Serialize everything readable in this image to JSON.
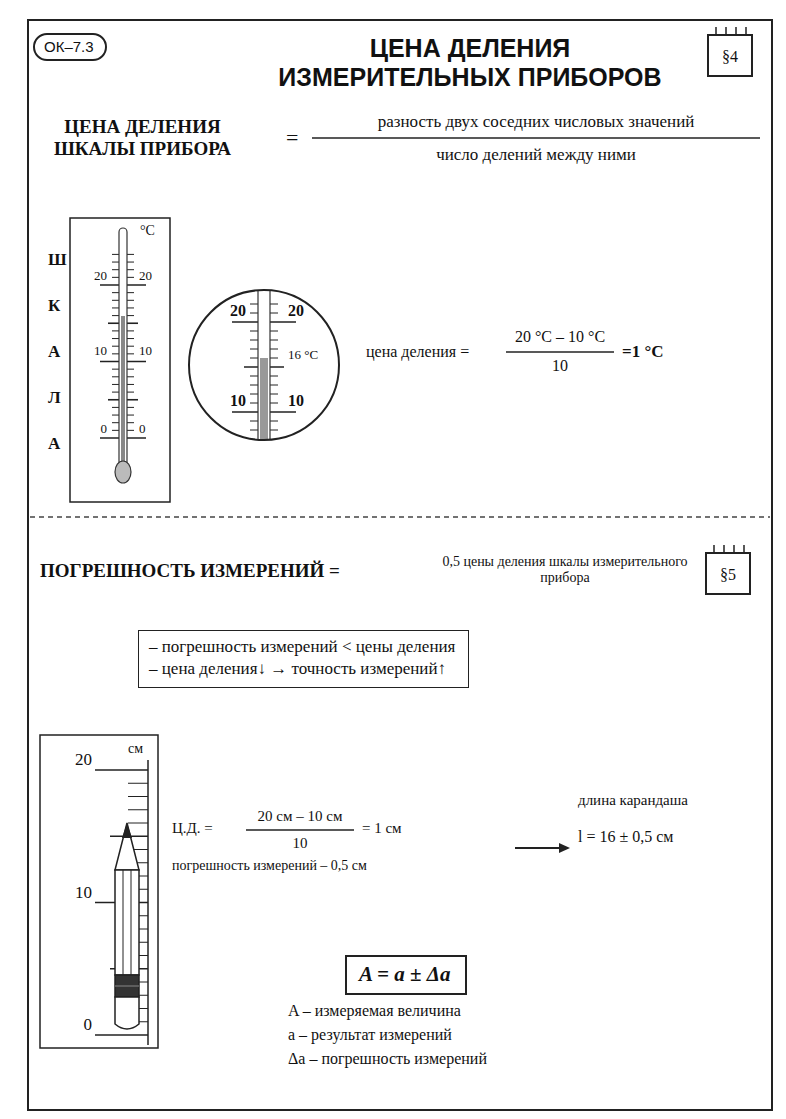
{
  "diagram": {
    "title": "ЦЕНА ДЕЛЕНИЯ ИЗМЕРИТЕЛЬНЫХ ПРИБОРОВ",
    "nodes": [
      {
        "text": [
          "ОК–7.3"
        ]
      },
      {
        "text": [
          "§4"
        ]
      },
      {
        "text": [
          "§5"
        ]
      },
      {
        "text": [
          "– погрешность измерений < цены деления",
          "– цена деления↓ → точность измерений↑"
        ]
      },
      {
        "text": [
          "A = a ± Δa"
        ]
      }
    ],
    "labels": [
      "ЦЕНА ДЕЛЕНИЯ ШКАЛЫ ПРИБОРА",
      "=",
      "разность двух соседних числовых значений",
      "число делений между ними",
      "Ш",
      "К",
      "А",
      "Л",
      "А",
      "°C",
      "20",
      "20",
      "10",
      "10",
      "0",
      "0",
      "20",
      "20",
      "16 °C",
      "10",
      "10",
      "цена деления =",
      "20 °C – 10 °C",
      "10",
      "=1 °C",
      "ПОГРЕШНОСТЬ ИЗМЕРЕНИЙ =",
      "0,5 цены деления шкалы измерительного прибора",
      "см",
      "20",
      "10",
      "0",
      "Ц.Д. =",
      "20 см – 10 см",
      "10",
      "= 1 см",
      "погрешность измерений – 0,5 см",
      "длина карандаша",
      "l = 16 ± 0,5 см",
      "A – измеряемая величина",
      "a – результат измерений",
      "Δa – погрешность измерений"
    ]
  }
}
